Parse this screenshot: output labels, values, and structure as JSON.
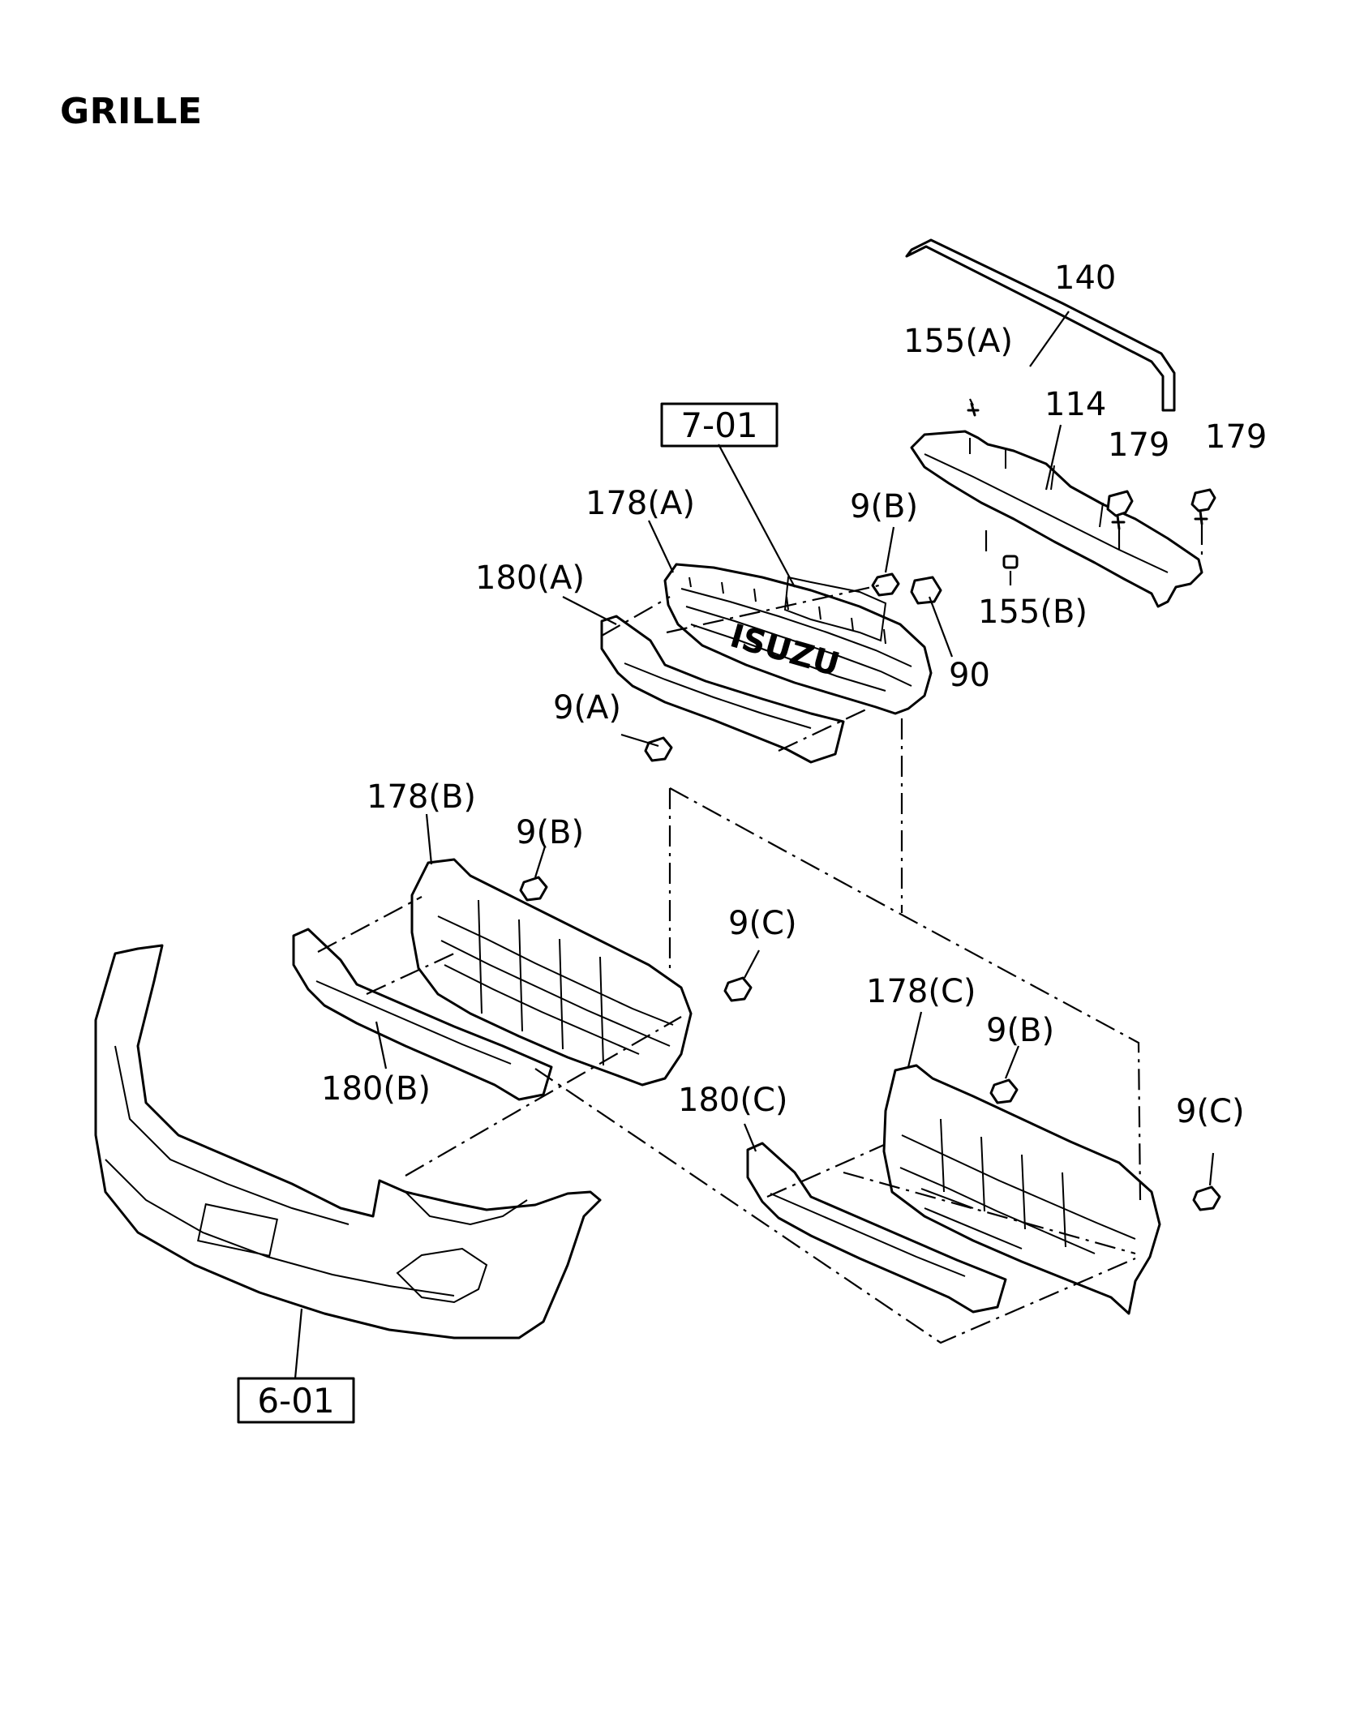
{
  "title": "GRILLE",
  "labels": {
    "p140": "140",
    "p155a": "155(A)",
    "p114": "114",
    "p179a": "179",
    "p179b": "179",
    "p155b": "155(B)",
    "p90": "90",
    "p9b_top": "9(B)",
    "p178a": "178(A)",
    "p180a": "180(A)",
    "p9a": "9(A)",
    "p178b": "178(B)",
    "p9b_mid": "9(B)",
    "p9c_mid": "9(C)",
    "p180b": "180(B)",
    "p178c": "178(C)",
    "p9b_right": "9(B)",
    "p180c": "180(C)",
    "p9c_right": "9(C)"
  },
  "references": {
    "ref_701": "7-01",
    "ref_601": "6-01"
  },
  "emblem": {
    "text": "ISUZU"
  }
}
